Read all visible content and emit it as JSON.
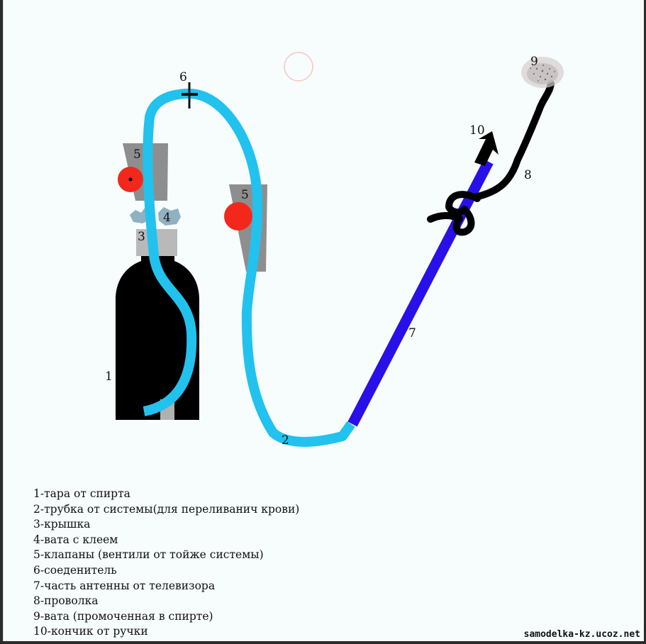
{
  "labels": {
    "n1": "1",
    "n2": "2",
    "n3": "3",
    "n4": "4",
    "n5a": "5",
    "n5b": "5",
    "n6": "6",
    "n7": "7",
    "n8": "8",
    "n9": "9",
    "n10": "10"
  },
  "legend": [
    "1-тара  от  спирта",
    "2-трубка от системы(для переливанич крови)",
    "3-крышка",
    "4-вата с клеем",
    "5-клапаны (вентили от тойже системы)",
    "6-соеденитель",
    "7-часть антенны от телевизора",
    "8-проволка",
    "9-вата (промоченная в спирте)",
    "10-кончик от ручки"
  ],
  "watermark": "samodelka-kz.ucoz.net",
  "colors": {
    "bottle": "#000000",
    "cap": "#b9b9b9",
    "glue_cotton": "#8fb1c2",
    "valve_body": "#8e8e8e",
    "valve_knob": "#f2281c",
    "tube": "#22c2ee",
    "antenna": "#2a10e8",
    "wire": "#000000",
    "cotton": "#c8c0c0"
  }
}
